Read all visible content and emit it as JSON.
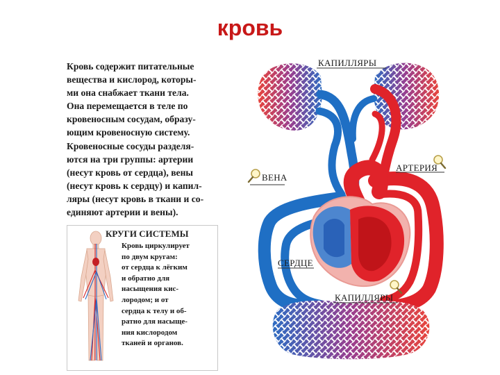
{
  "title": "кровь",
  "main_text_lines": [
    "Кровь содержит питательные",
    "вещества и кислород, которы-",
    "ми она снабжает ткани тела.",
    "Она перемещается в теле по",
    "кровеносным сосудам, образу-",
    "ющим кровеносную систему.",
    "Кровеносные сосуды разделя-",
    "ются на три группы: артерии",
    "(несут кровь от сердца), вены",
    "(несут кровь к сердцу) и капил-",
    "ляры (несут кровь в ткани и со-",
    "единяют артерии и вены)."
  ],
  "inset": {
    "title": "КРУГИ СИСТЕМЫ",
    "lines": [
      "Кровь циркулирует",
      "по двум кругам:",
      "от сердца к лёгким",
      "и обратно  для",
      "насыщения кис-",
      "лородом; и от",
      "сердца к телу и об-",
      "ратно для насыще-",
      "ния кислородом",
      "тканей и органов."
    ]
  },
  "labels": {
    "capillaries_top": "КАПИЛЛЯРЫ",
    "artery": "АРТЕРИЯ",
    "vein": "ВЕНА",
    "heart": "СЕРДЦЕ",
    "capillaries_bottom": "КАПИЛЛЯРЫ"
  },
  "colors": {
    "artery": "#e0232a",
    "vein": "#1f6fc4",
    "title": "#c81818"
  },
  "icons": [
    "magnifier-icon"
  ]
}
